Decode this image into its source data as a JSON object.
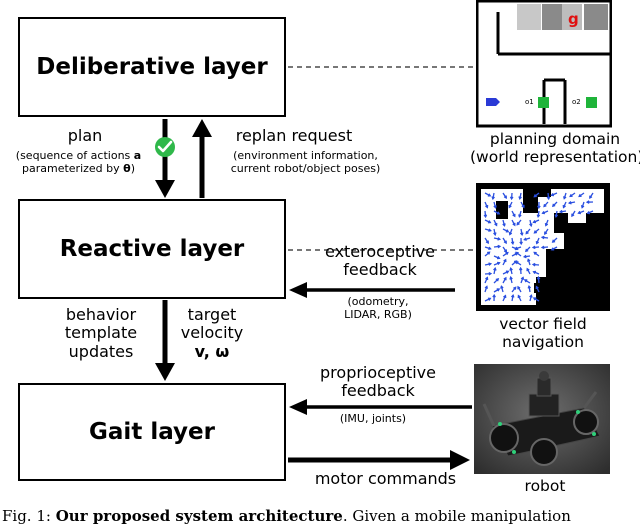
{
  "layers": {
    "deliberative": "Deliberative layer",
    "reactive": "Reactive layer",
    "gait": "Gait layer"
  },
  "arrows": {
    "plan": "plan",
    "plan_detail_1": "(sequence of actions ",
    "plan_detail_a": "a",
    "plan_detail_2": "parameterized by ",
    "plan_detail_theta": "θ",
    "plan_detail_3": ")",
    "replan": "replan request",
    "replan_detail_1": "(environment information,",
    "replan_detail_2": "current robot/object poses)",
    "exteroceptive_1": "exteroceptive",
    "exteroceptive_2": "feedback",
    "exteroceptive_detail_1": "(odometry,",
    "exteroceptive_detail_2": "LIDAR, RGB)",
    "behavior_1": "behavior",
    "behavior_2": "template",
    "behavior_3": "updates",
    "target_1": "target",
    "target_2": "velocity",
    "target_3": "v, ω",
    "proprioceptive_1": "proprioceptive",
    "proprioceptive_2": "feedback",
    "proprioceptive_detail": "(IMU, joints)",
    "motor": "motor commands"
  },
  "images": {
    "planning_domain_1": "planning domain",
    "planning_domain_2": "(world representation)",
    "goal_label": "g",
    "o1_label": "o1",
    "o2_label": "o2",
    "vector_field_1": "vector field",
    "vector_field_2": "navigation",
    "robot": "robot"
  },
  "caption": {
    "prefix": "Fig. 1: ",
    "bold": "Our proposed system architecture",
    "rest": ". Given a mobile manipulation"
  },
  "colors": {
    "check": "#2fb84a",
    "goal_text": "#e01010",
    "object": "#1fb43a",
    "robot_marker": "#2a3ad6",
    "vector": "#2a4fe0"
  }
}
